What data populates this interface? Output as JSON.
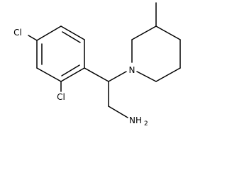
{
  "structure": {
    "atoms": {
      "cl_top": "Cl",
      "cl_bottom": "Cl",
      "nitrogen": "N",
      "amine_main": "NH",
      "amine_sub": "2"
    }
  }
}
